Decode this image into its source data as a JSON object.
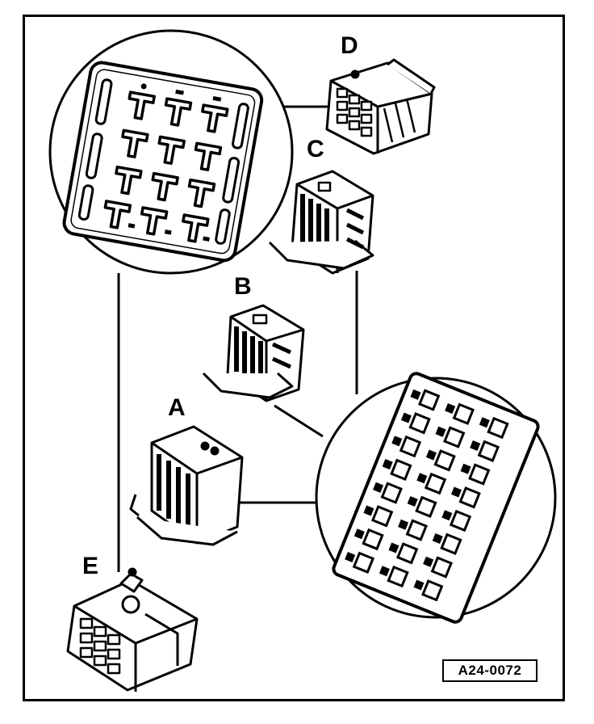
{
  "labels": {
    "a": "A",
    "b": "B",
    "c": "C",
    "d": "D",
    "e": "E"
  },
  "reference_code": "A24-0072",
  "colors": {
    "ink": "#000000",
    "paper": "#ffffff",
    "shade": "#d9d9d9"
  },
  "left_inset_pins": [
    "T",
    "T",
    "T",
    "T",
    "T",
    "T",
    "T",
    "T",
    "T",
    "T",
    "T",
    "T"
  ],
  "right_inset_slots": 24
}
